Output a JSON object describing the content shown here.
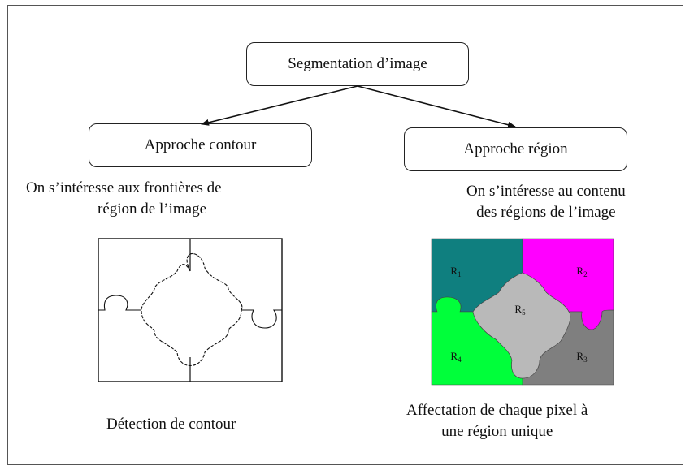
{
  "root": {
    "label": "Segmentation d’image"
  },
  "left": {
    "title": "Approche contour",
    "description_lines": [
      "On s’intéresse aux frontières de",
      "région de l’image"
    ],
    "caption": "Détection de contour"
  },
  "right": {
    "title": "Approche région",
    "description_lines": [
      "On s’intéresse au contenu",
      "des régions de l’image"
    ],
    "caption_lines": [
      "Affectation de chaque pixel à",
      "une région unique"
    ],
    "regions": [
      {
        "name": "R",
        "sub": "1",
        "color": "#0f7f7f"
      },
      {
        "name": "R",
        "sub": "2",
        "color": "#ff00ff"
      },
      {
        "name": "R",
        "sub": "3",
        "color": "#7f7f7f"
      },
      {
        "name": "R",
        "sub": "4",
        "color": "#00ff3a"
      },
      {
        "name": "R",
        "sub": "5",
        "color": "#b9b9b9"
      }
    ]
  }
}
